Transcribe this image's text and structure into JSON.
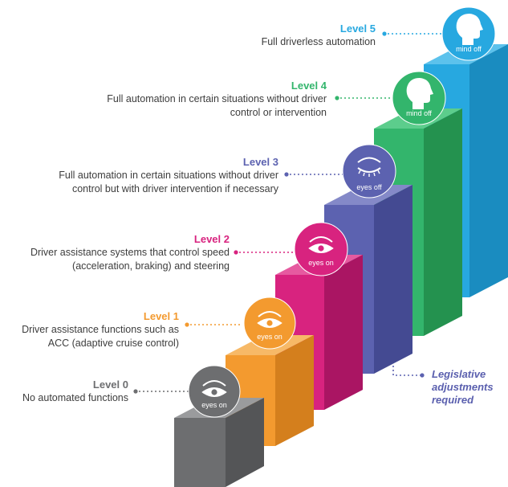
{
  "colors": {
    "level0": "#6d6e70",
    "level1": "#f39a2f",
    "level2": "#d8237f",
    "level3": "#5c62b0",
    "level4": "#33b56c",
    "level5": "#27a8e0",
    "text": "#3d3d3d",
    "note": "#5a5fae"
  },
  "levels": [
    {
      "title": "Level 0",
      "line1": "No automated functions",
      "line2": "",
      "badge": "eyes on",
      "icon": "eye-open-icon"
    },
    {
      "title": "Level 1",
      "line1": "Driver assistance functions such as",
      "line2": "ACC (adaptive cruise control)",
      "badge": "eyes on",
      "icon": "eye-open-icon"
    },
    {
      "title": "Level 2",
      "line1": "Driver assistance systems that control speed",
      "line2": "(acceleration, braking) and steering",
      "badge": "eyes on",
      "icon": "eye-open-icon"
    },
    {
      "title": "Level 3",
      "line1": "Full automation in certain situations without driver",
      "line2": "control but with driver intervention if necessary",
      "badge": "eyes off",
      "icon": "eye-closed-icon"
    },
    {
      "title": "Level 4",
      "line1": "Full automation in certain situations without driver",
      "line2": "control or intervention",
      "badge": "mind off",
      "icon": "head-icon"
    },
    {
      "title": "Level 5",
      "line1": "Full driverless automation",
      "line2": "",
      "badge": "mind off",
      "icon": "head-icon"
    }
  ],
  "note": {
    "line1": "Legislative",
    "line2": "adjustments",
    "line3": "required"
  }
}
